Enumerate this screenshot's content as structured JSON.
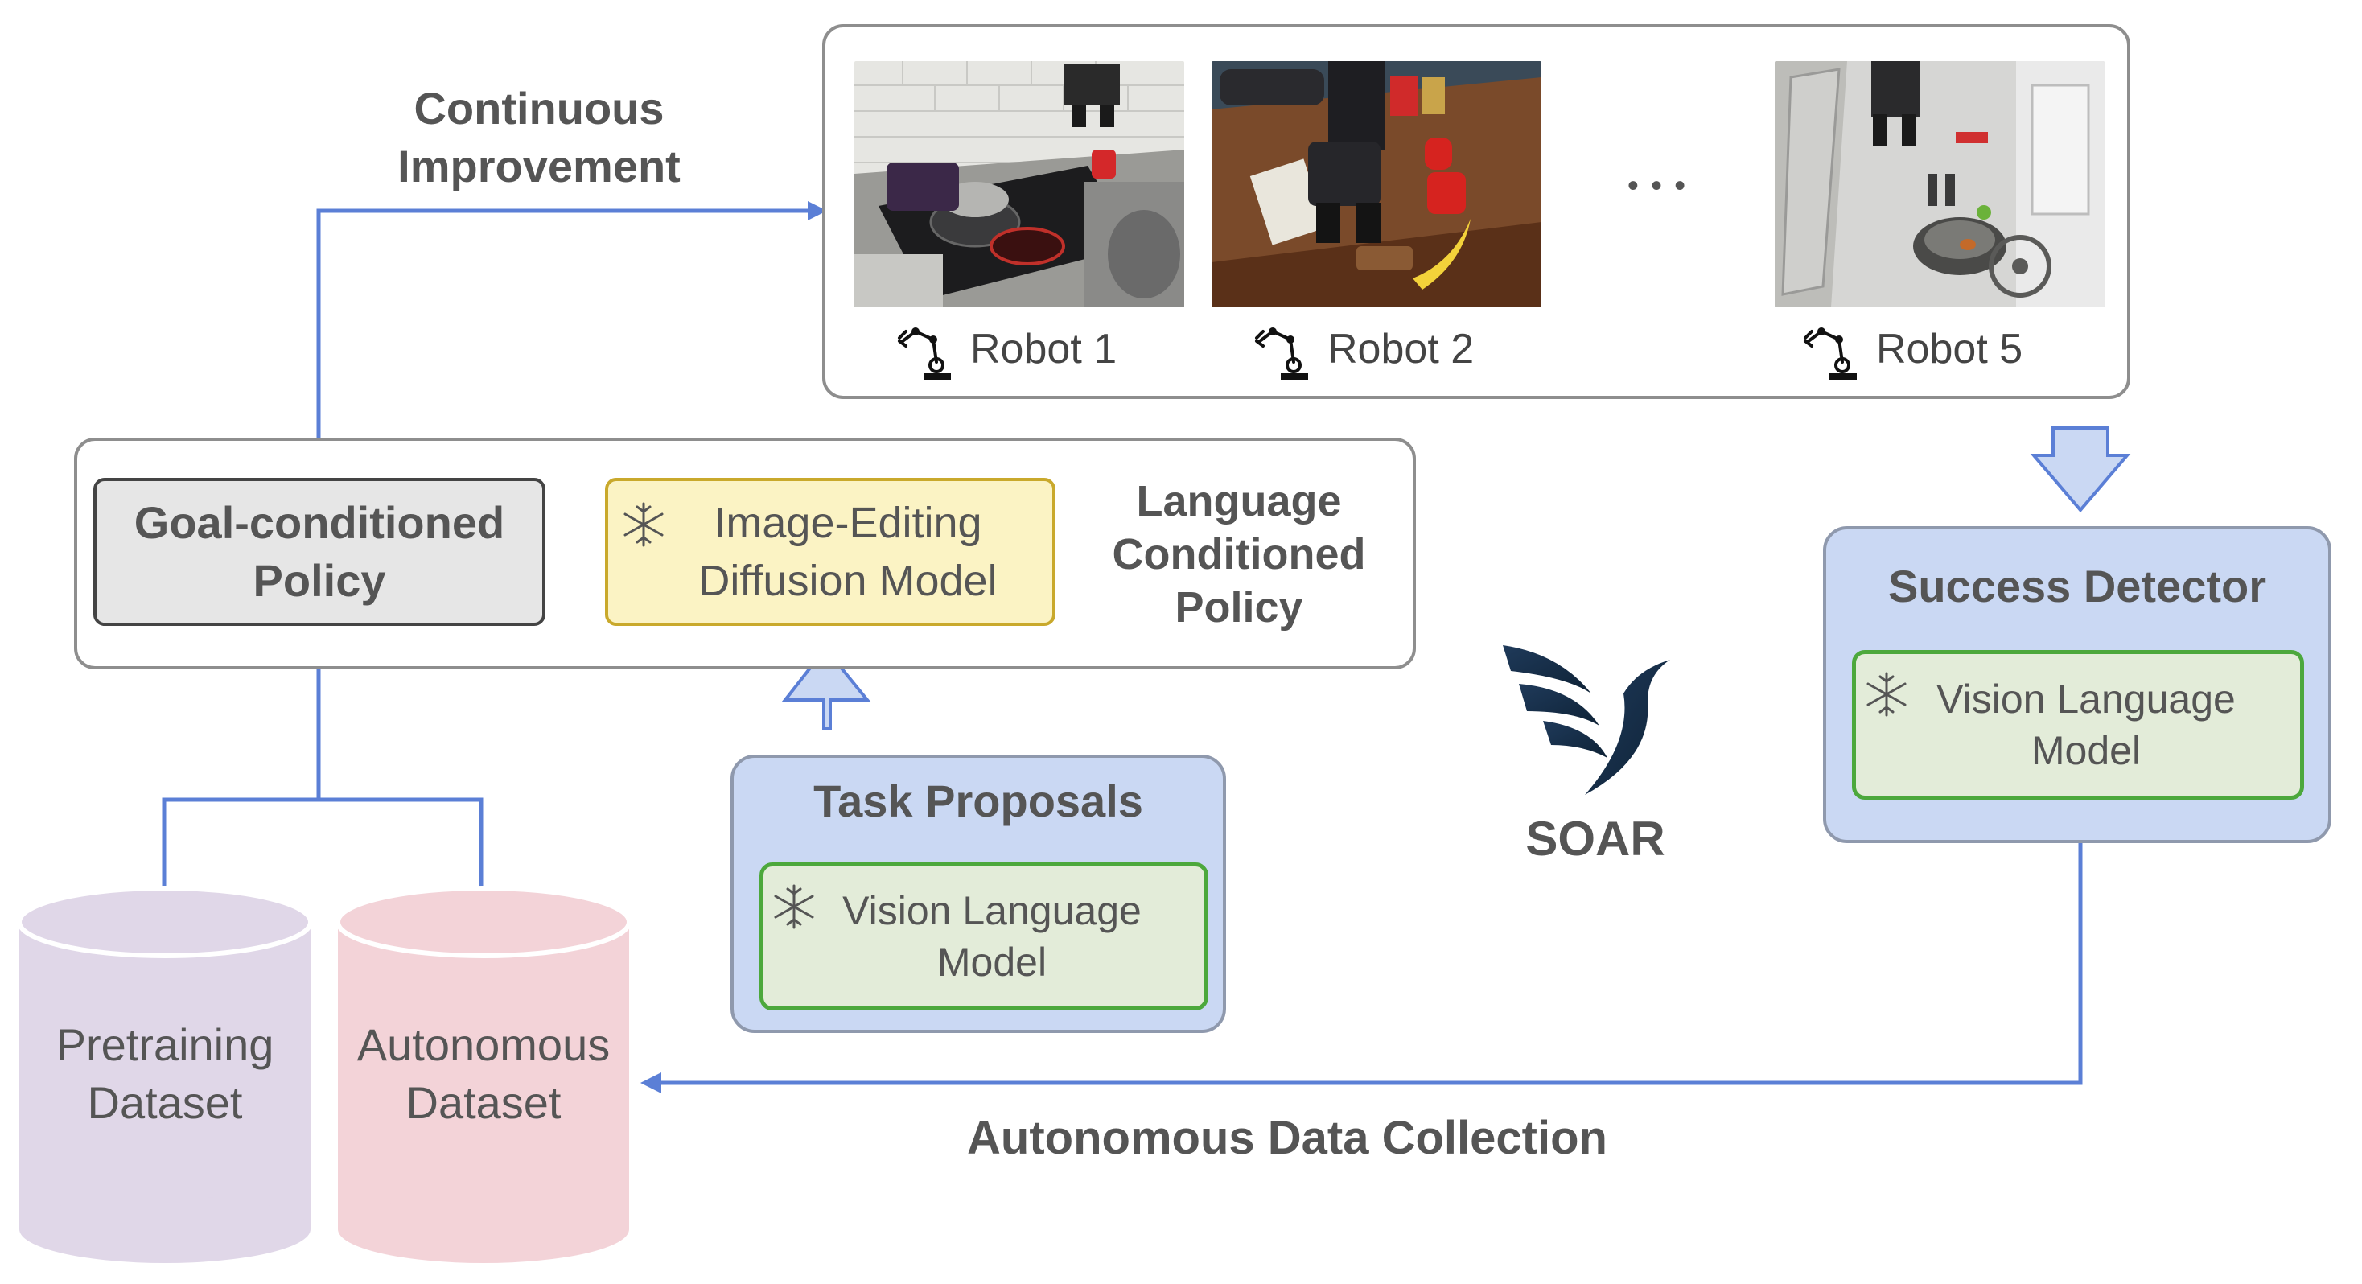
{
  "continuous_improvement": {
    "line1": "Continuous",
    "line2": "Improvement"
  },
  "robots": [
    {
      "label": "Robot 1",
      "icon": "robot-arm-icon"
    },
    {
      "label": "Robot 2",
      "icon": "robot-arm-icon"
    },
    {
      "label": "Robot 5",
      "icon": "robot-arm-icon"
    }
  ],
  "ellipsis": "• • •",
  "policy": {
    "goal_line1": "Goal-conditioned",
    "goal_line2": "Policy",
    "diffusion_line1": "Image-Editing",
    "diffusion_line2": "Diffusion Model",
    "lcp_line1": "Language",
    "lcp_line2": "Conditioned",
    "lcp_line3": "Policy"
  },
  "task_proposals": {
    "title": "Task Proposals",
    "vlm_line1": "Vision Language",
    "vlm_line2": "Model"
  },
  "success_detector": {
    "title": "Success Detector",
    "vlm_line1": "Vision Language",
    "vlm_line2": "Model"
  },
  "soar_label": "SOAR",
  "datasets": {
    "pretraining_line1": "Pretraining",
    "pretraining_line2": "Dataset",
    "autonomous_line1": "Autonomous",
    "autonomous_line2": "Dataset"
  },
  "autonomous_data_collection": "Autonomous Data Collection",
  "colors": {
    "flow_line": "#5b7fd6",
    "blue_panel": "#cad8f3",
    "green_panel": "#e3ecd9",
    "green_border": "#4ca83c",
    "yellow_panel": "#fbf3c4",
    "grey_panel": "#e6e6e6",
    "purple_cylinder": "#e0d7e8",
    "pink_cylinder": "#f3d3d8"
  }
}
